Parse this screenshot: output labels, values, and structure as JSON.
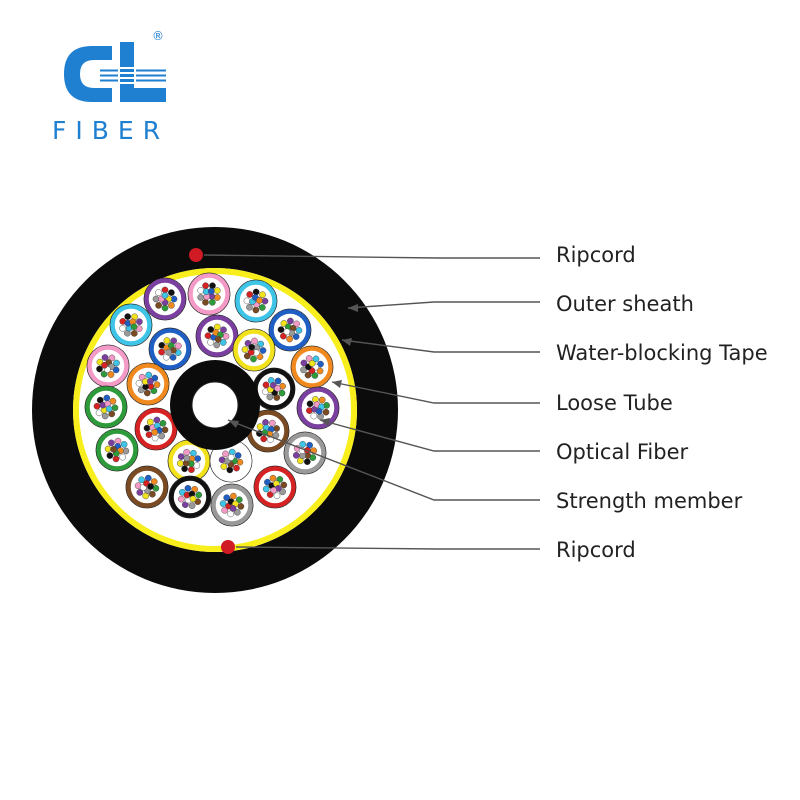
{
  "logo": {
    "text": "FIBER",
    "mark": "CL",
    "registered": "®",
    "color": "#1f7fd0"
  },
  "colors": {
    "sheath": "#0b0b0b",
    "tape": "#f7ee1b",
    "ripcord": "#d01a24",
    "leader": "#555555",
    "label": "#222222"
  },
  "fiber_colors": [
    "#1f5fc4",
    "#f08a1e",
    "#2e9b3a",
    "#7a4a22",
    "#9a9a9a",
    "#ffffff",
    "#d62222",
    "#111111",
    "#f2e21b",
    "#7b3fa0",
    "#f39ac6",
    "#3ec4e6"
  ],
  "labels": [
    {
      "id": "ripcord-top",
      "text": "Ripcord"
    },
    {
      "id": "outer-sheath",
      "text": "Outer sheath"
    },
    {
      "id": "water-blocking-tape",
      "text": "Water-blocking Tape"
    },
    {
      "id": "loose-tube",
      "text": "Loose Tube"
    },
    {
      "id": "optical-fiber",
      "text": "Optical Fiber"
    },
    {
      "id": "strength-member",
      "text": "Strength member"
    },
    {
      "id": "ripcord-bottom",
      "text": "Ripcord"
    }
  ],
  "tubes": [
    {
      "color": "#7b3fa0"
    },
    {
      "color": "#f39ac6"
    },
    {
      "color": "#3ec4e6"
    },
    {
      "color": "#3ec4e6"
    },
    {
      "color": "#7b3fa0"
    },
    {
      "color": "#1f5fc4"
    },
    {
      "color": "#1f5fc4"
    },
    {
      "color": "#f39ac6"
    },
    {
      "color": "#f2e21b"
    },
    {
      "color": "#f08a1e"
    },
    {
      "color": "#f08a1e"
    },
    {
      "color": "#111111"
    },
    {
      "color": "#2e9b3a"
    },
    {
      "color": "#7b3fa0"
    },
    {
      "color": "#d62222"
    },
    {
      "color": "#7a4a22"
    },
    {
      "color": "#2e9b3a"
    },
    {
      "color": "#f2e21b"
    },
    {
      "color": "#ffffff"
    },
    {
      "color": "#9a9a9a"
    },
    {
      "color": "#7a4a22"
    },
    {
      "color": "#111111"
    },
    {
      "color": "#9a9a9a"
    },
    {
      "color": "#d62222"
    },
    {
      "color": "#ffffff"
    }
  ]
}
